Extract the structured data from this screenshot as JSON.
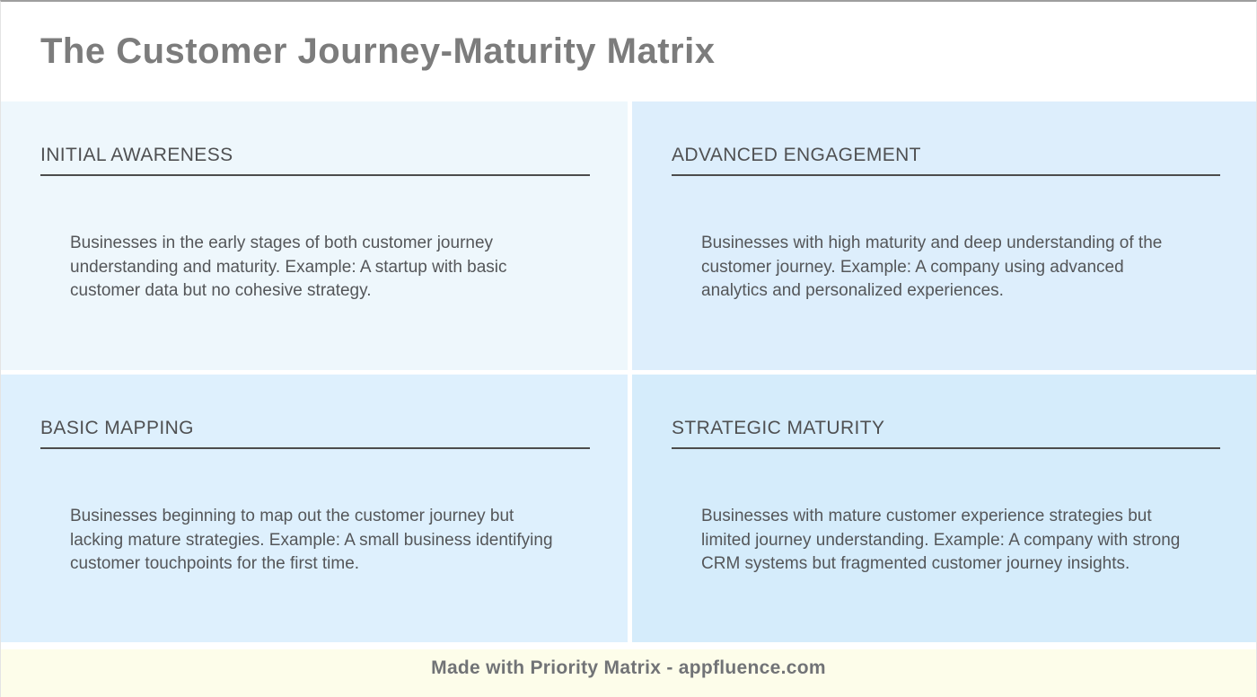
{
  "title": "The Customer Journey-Maturity Matrix",
  "quadrants": [
    {
      "name": "INITIAL AWARENESS",
      "description": "Businesses in the early stages of both customer journey understanding and maturity. Example: A startup with basic customer data but no cohesive strategy.",
      "bg": "#eef7fc"
    },
    {
      "name": "ADVANCED ENGAGEMENT",
      "description": "Businesses with high maturity and deep understanding of the customer journey. Example: A company using advanced analytics and personalized experiences.",
      "bg": "#ddeefc"
    },
    {
      "name": "BASIC MAPPING",
      "description": "Businesses beginning to map out the customer journey but lacking mature strategies. Example: A small business identifying customer touchpoints for the first time.",
      "bg": "#def0fd"
    },
    {
      "name": "STRATEGIC MATURITY",
      "description": "Businesses with mature customer experience strategies but limited journey understanding. Example: A company with strong CRM systems but fragmented customer journey insights.",
      "bg": "#d5ecfb"
    }
  ],
  "footer": {
    "text": "Made with Priority Matrix - appfluence.com"
  },
  "colors": {
    "page-border-top": "#9e9e9e",
    "page-border-side": "#e4e4e4",
    "title-text": "#7c7c7c",
    "heading-text": "#4f5052",
    "rule-color": "#4c4c4c",
    "body-text": "#545659",
    "footer-bg": "#fdfdea",
    "footer-text": "#717376"
  }
}
